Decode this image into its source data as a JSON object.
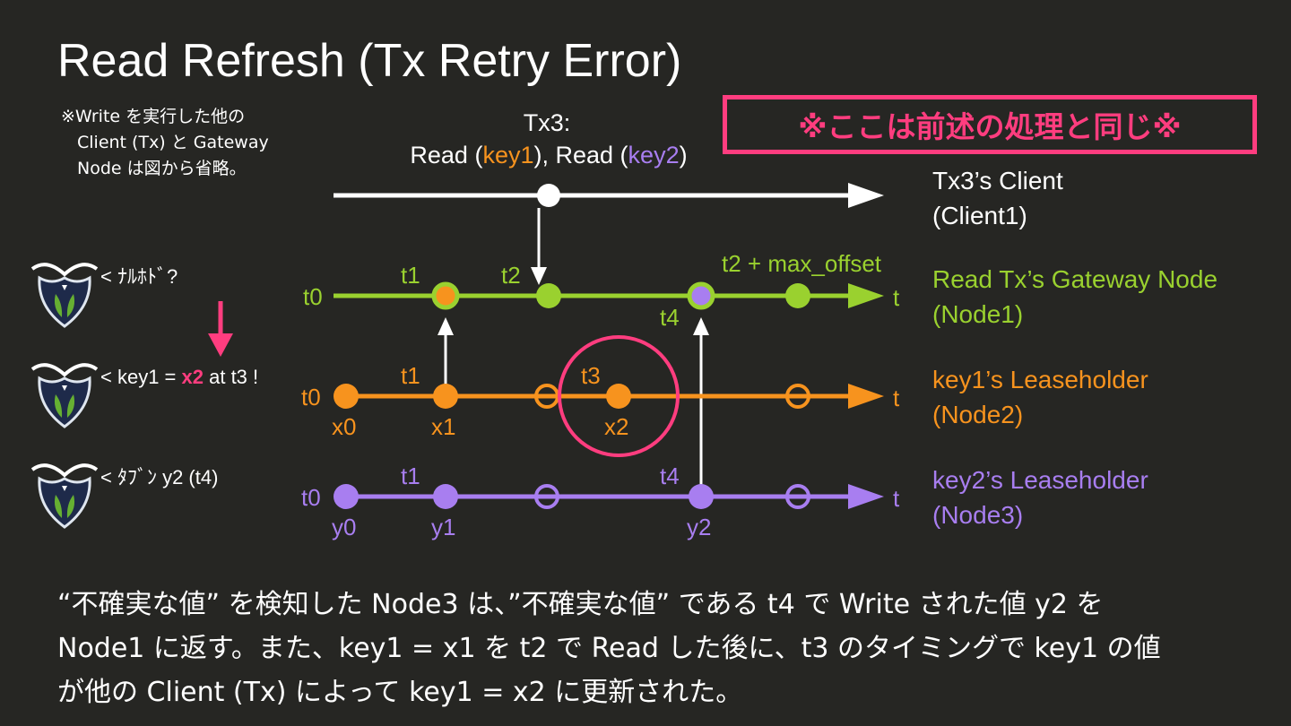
{
  "title": "Read Refresh (Tx Retry Error)",
  "note_lines": [
    "※Write を実行した他の",
    "  Client (Tx) と Gateway",
    "  Node は図から省略。"
  ],
  "callout": "※ここは前述の処理と同じ※",
  "tx": {
    "name": "Tx3:",
    "read1_prefix": "Read (",
    "read1_key": "key1",
    "read1_suffix": "), Read (",
    "read2_key": "key2",
    "read2_suffix": ")"
  },
  "lanes": {
    "client": {
      "label1": "Tx3’s Client",
      "label2": "(Client1)"
    },
    "node1": {
      "label1": "Read Tx’s Gateway Node",
      "label2": "(Node1)",
      "t0": "t0",
      "t1": "t1",
      "t2": "t2",
      "t4": "t4",
      "max": "t2 + max_offset",
      "t": "t"
    },
    "node2": {
      "label1": "key1’s Leaseholder",
      "label2": "(Node2)",
      "t0": "t0",
      "t1": "t1",
      "t3": "t3",
      "x0": "x0",
      "x1": "x1",
      "x2": "x2",
      "t": "t"
    },
    "node3": {
      "label1": "key2’s Leaseholder",
      "label2": "(Node3)",
      "t0": "t0",
      "t1": "t1",
      "t4": "t4",
      "y0": "y0",
      "y1": "y1",
      "y2": "y2",
      "t": "t"
    }
  },
  "mascots": {
    "m1": "< ﾅﾙﾎﾄﾞ?",
    "m2_pre": "< key1 = ",
    "m2_hl": "x2",
    "m2_post": " at t3 !",
    "m3": "< ﾀﾌﾞﾝ y2 (t4)"
  },
  "caption_lines": [
    "“不確実な値” を検知した Node3 は、”不確実な値” である t4 で Write された値 y2 を",
    "Node1 に返す。また、key1 = x1 を t2 で Read した後に、t3 のタイミングで key1 の値",
    "が他の Client (Tx) によって key1 = x2 に更新された。"
  ],
  "colors": {
    "background": "#262623",
    "green": "#9ad12f",
    "orange": "#f7931e",
    "purple": "#a87ef0",
    "pink": "#ff3d7f",
    "mascot": "#1e2a4a",
    "leaf": "#66b032"
  },
  "icons": [
    "mascot-icon",
    "down-arrow-icon"
  ]
}
